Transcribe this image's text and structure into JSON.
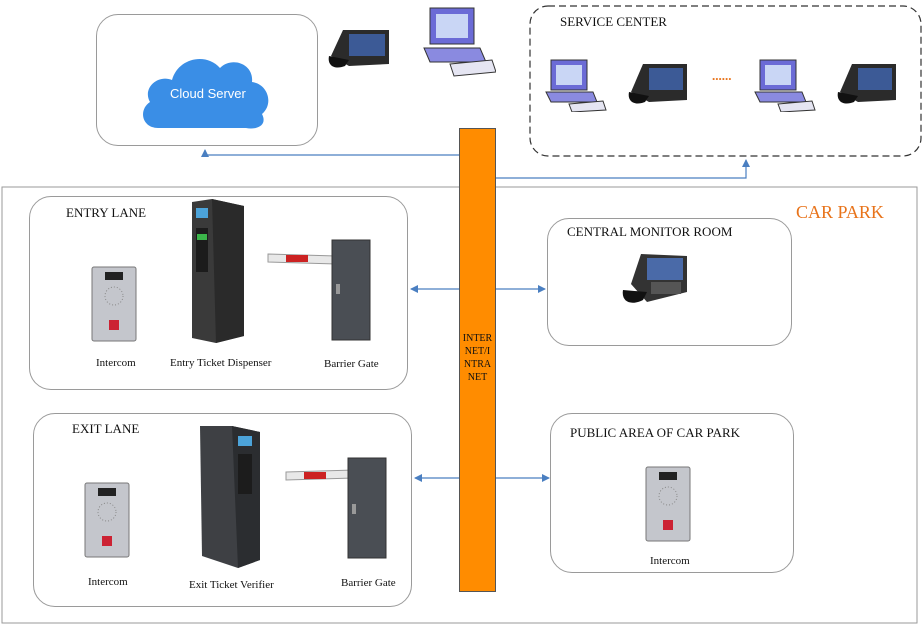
{
  "cloud": {
    "label": "Cloud Server"
  },
  "service_center": {
    "title": "SERVICE CENTER",
    "ellipsis": "......"
  },
  "car_park": {
    "title": "CAR PARK"
  },
  "entry_lane": {
    "title": "ENTRY LANE",
    "intercom": "Intercom",
    "dispenser": "Entry Ticket Dispenser",
    "gate": "Barrier Gate"
  },
  "exit_lane": {
    "title": "EXIT LANE",
    "intercom": "Intercom",
    "verifier": "Exit Ticket Verifier",
    "gate": "Barrier Gate"
  },
  "monitor_room": {
    "title": "CENTRAL MONITOR ROOM"
  },
  "public_area": {
    "title": "PUBLIC AREA OF CAR PARK",
    "intercom": "Intercom"
  },
  "network": {
    "line1": "INTER",
    "line2": "NET/I",
    "line3": "NTRA",
    "line4": "NET"
  },
  "colors": {
    "network_bar": "#ff8c00",
    "car_park_title": "#e8731a",
    "arrow": "#4a7fc1",
    "cloud": "#3a8ee6"
  }
}
